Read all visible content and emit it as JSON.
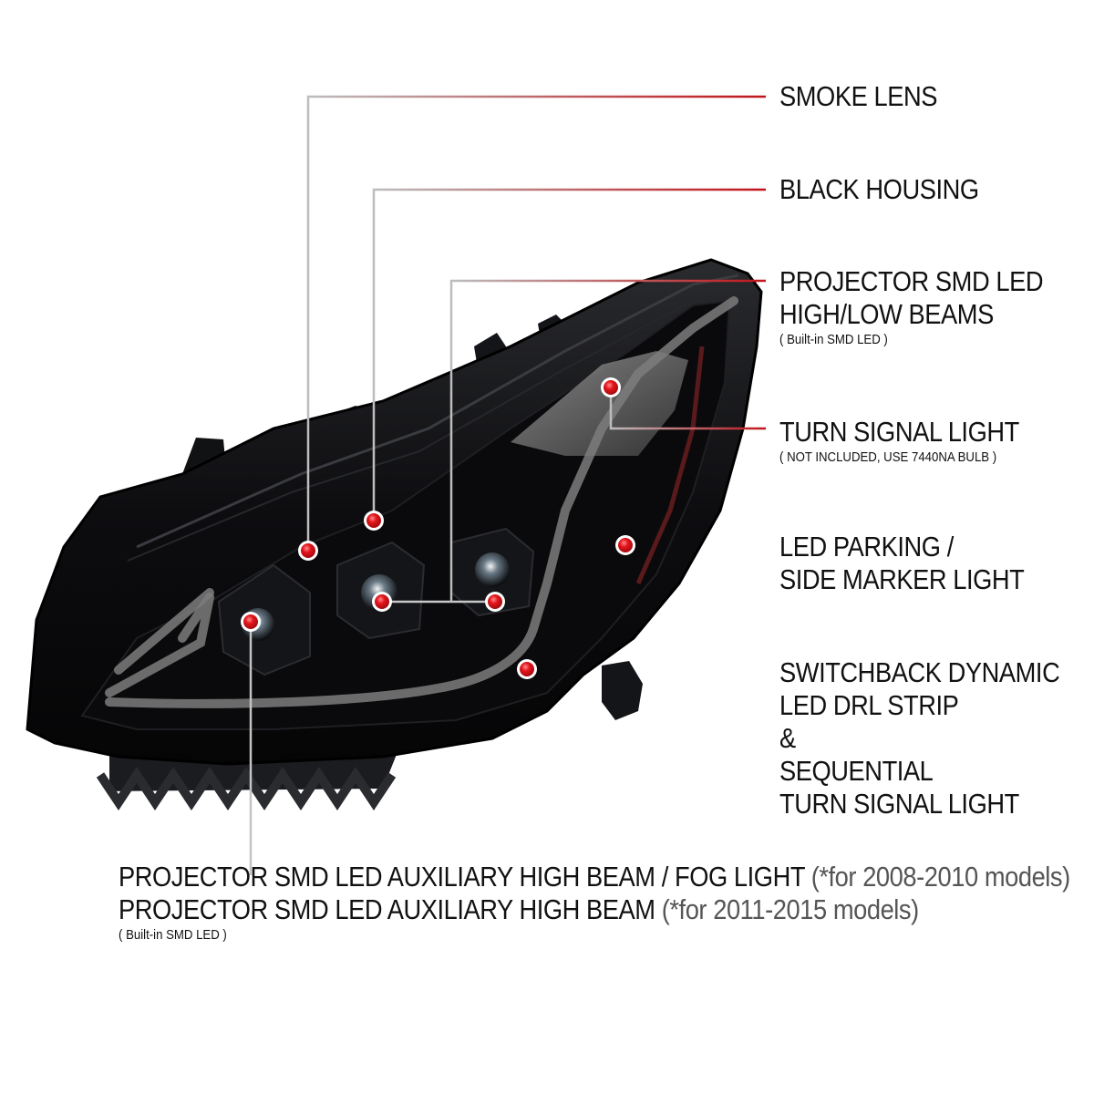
{
  "colors": {
    "callout_dot": "#e3141b",
    "leader_line_start": "#b0b0b0",
    "leader_line_end": "#c0141a",
    "housing": "#0c0c0e",
    "drl_strip": "#8a8a8a",
    "note_gray": "#555555"
  },
  "callouts": {
    "smoke_lens": {
      "title": "SMOKE LENS"
    },
    "black_housing": {
      "title": "BLACK HOUSING"
    },
    "projector": {
      "line1": "PROJECTOR SMD LED",
      "line2": "HIGH/LOW BEAMS",
      "note": "( Built-in SMD LED )"
    },
    "turn_signal": {
      "title": "TURN SIGNAL LIGHT",
      "note": "( NOT INCLUDED, USE  7440NA  BULB )"
    },
    "parking": {
      "line1": "LED PARKING /",
      "line2": "SIDE MARKER LIGHT"
    },
    "drl": {
      "line1": "SWITCHBACK DYNAMIC",
      "line2": "LED DRL STRIP",
      "line3": "&",
      "line4": "SEQUENTIAL",
      "line5": "TURN SIGNAL LIGHT"
    }
  },
  "bottom_callout": {
    "line1_main": "PROJECTOR SMD LED AUXILIARY HIGH BEAM / FOG LIGHT ",
    "line1_models": "(*for 2008-2010 models)",
    "line2_main": "PROJECTOR SMD LED AUXILIARY HIGH BEAM ",
    "line2_models": "(*for 2011-2015 models)",
    "note": "( Built-in SMD LED )"
  }
}
